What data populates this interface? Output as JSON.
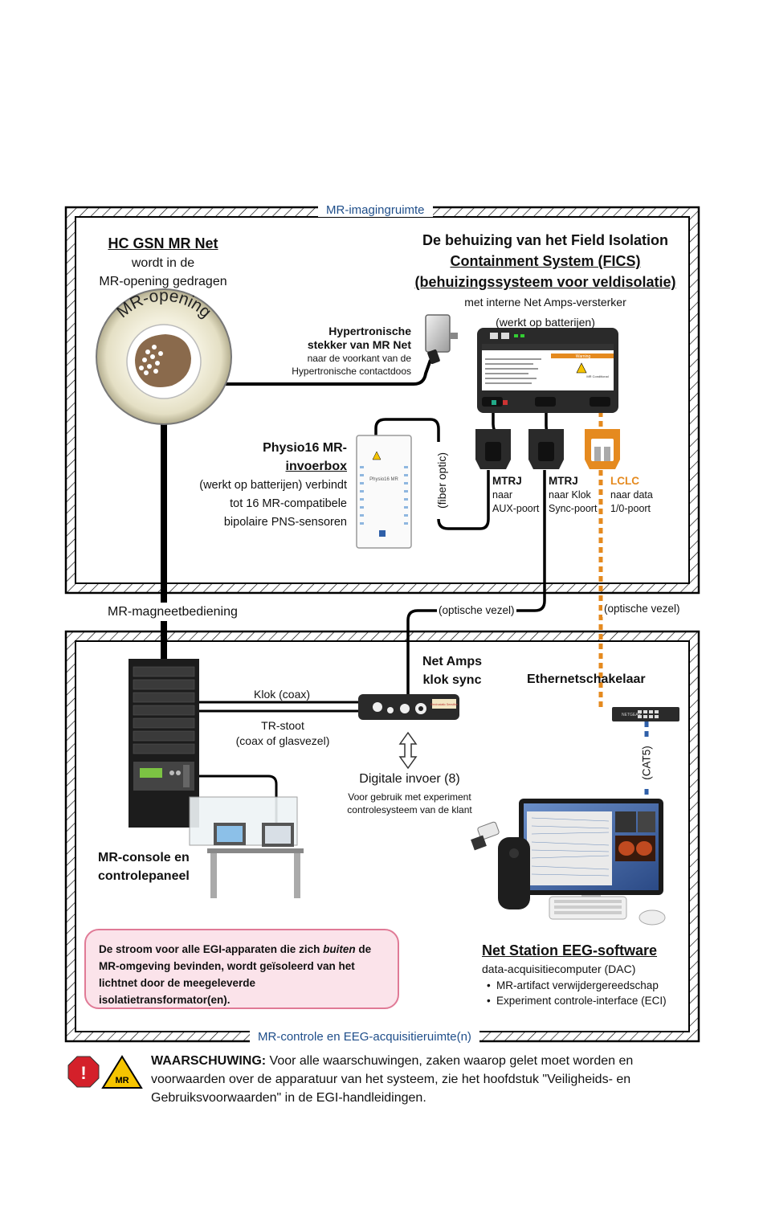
{
  "rooms": {
    "imaging": {
      "title": "MR-imagingruimte"
    },
    "control": {
      "title": "MR-controle en EEG-acquisitieruimte(n)"
    }
  },
  "bore": {
    "title": "HC GSN MR Net",
    "line1": "wordt in de",
    "line2": "MR-opening gedragen",
    "ring_text": "MR-opening"
  },
  "fics": {
    "line1": "De behuizing van het Field Isolation",
    "line2": "Containment System (FICS)",
    "line3": "(behuizingssysteem voor veldisolatie)",
    "line4": "met interne Net Amps-versterker",
    "line5": "(werkt op batterijen)"
  },
  "hypertronic": {
    "line1": "Hypertronische",
    "line2": "stekker van MR Net",
    "line3": "naar de voorkant van de",
    "line4": "Hypertronische contactdoos"
  },
  "physio": {
    "line1": "Physio16 MR-",
    "line2": "invoerbox",
    "line3": "(werkt op batterijen) verbindt",
    "line4": "tot 16 MR-compatibele",
    "line5": "bipolaire PNS-sensoren"
  },
  "connectors": {
    "fiber_optic": "(fiber optic)",
    "mtrj1": {
      "name": "MTRJ",
      "line1": "naar",
      "line2": "AUX-poort"
    },
    "mtrj2": {
      "name": "MTRJ",
      "line1": "naar Klok",
      "line2": "Sync-poort"
    },
    "lclc": {
      "name": "LCLC",
      "line1": "naar data",
      "line2": "1/0-poort"
    }
  },
  "links": {
    "magnet_control": "MR-magneetbediening",
    "optical_fiber_1": "(optische vezel)",
    "optical_fiber_2": "(optische vezel)",
    "clock_coax": "Klok (coax)",
    "tr_pulse": "TR-stoot",
    "tr_pulse_sub": "(coax of glasvezel)",
    "cat5": "(CAT5)"
  },
  "net_amps_sync": {
    "line1": "Net Amps",
    "line2": "klok sync"
  },
  "ethernet_switch": "Ethernetschakelaar",
  "digital_input": {
    "title": "Digitale invoer (8)",
    "line1": "Voor gebruik met experiment",
    "line2": "controlesysteem van de klant"
  },
  "console": {
    "line1": "MR-console en",
    "line2": "controlepaneel"
  },
  "power_note": {
    "part1": "De stroom voor alle EGI-apparaten die zich ",
    "emph": "buiten",
    "part2": " de MR-omgeving bevinden, wordt geïsoleerd van het lichtnet door de meegeleverde isolatietransformator(en)."
  },
  "net_station": {
    "title": "Net Station EEG-software",
    "subtitle": "data-acquisitiecomputer (DAC)",
    "bullets": [
      "MR-artifact verwijdergereedschap",
      "Experiment controle-interface (ECI)"
    ]
  },
  "warning": {
    "label": "WAARSCHUWING:",
    "text": " Voor alle waarschuwingen, zaken waarop gelet moet worden en voorwaarden over de apparatuur van het systeem, zie het hoofdstuk \"Veiligheids- en Gebruiksvoorwaarden\" in de EGI-handleidingen."
  },
  "fics_panel": {
    "warning_tag": "Warning",
    "mr_tag": "MR Conditional"
  },
  "device_labels": {
    "physio_face": "Physio16 MR",
    "sync_tag": "Electrostatic Sensitive",
    "switch_brand": "NETGEAR",
    "mr_sign": "MR"
  },
  "colors": {
    "room_title": "#1f4e8a",
    "orange_fiber": "#e58a1f",
    "blue_cat5": "#2f5fa8",
    "note_bg": "#fbe3ea",
    "note_border": "#e07a96"
  }
}
